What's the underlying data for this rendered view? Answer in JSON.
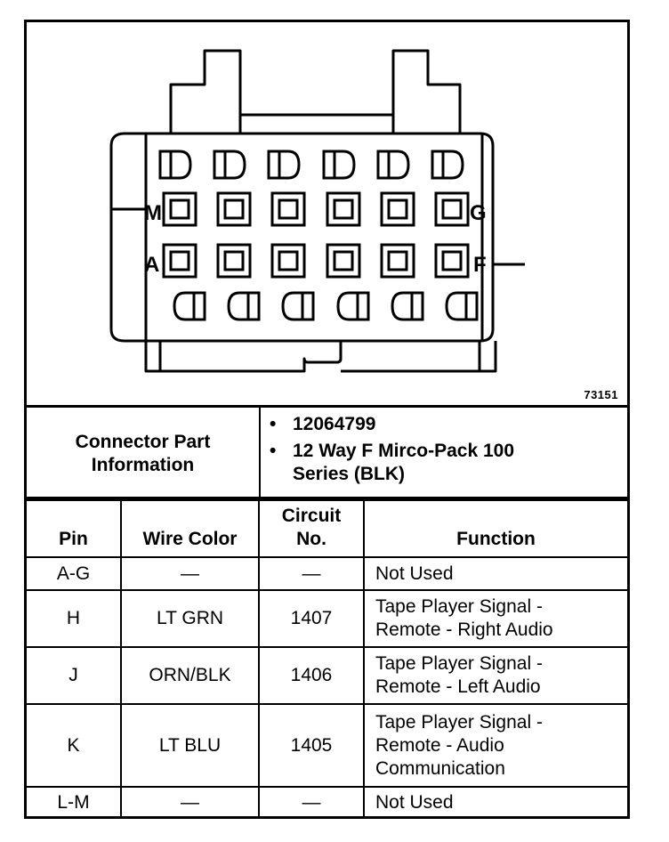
{
  "diagram": {
    "figure_id": "73151",
    "labels": {
      "m": "M",
      "g": "G",
      "a": "A",
      "f": "F"
    }
  },
  "connector_info": {
    "label": "Connector Part Information",
    "items": [
      "12064799",
      "12 Way F Mirco-Pack 100 Series (BLK)"
    ]
  },
  "table": {
    "headers": {
      "pin": "Pin",
      "wire_color": "Wire Color",
      "circuit": "Circuit No.",
      "function": "Function"
    },
    "rows": [
      {
        "pin": "A-G",
        "wire_color": "—",
        "circuit": "—",
        "function": "Not Used"
      },
      {
        "pin": "H",
        "wire_color": "LT GRN",
        "circuit": "1407",
        "function": "Tape Player Signal - Remote - Right Audio"
      },
      {
        "pin": "J",
        "wire_color": "ORN/BLK",
        "circuit": "1406",
        "function": "Tape Player Signal - Remote - Left Audio"
      },
      {
        "pin": "K",
        "wire_color": "LT BLU",
        "circuit": "1405",
        "function": "Tape Player Signal - Remote - Audio Communication"
      },
      {
        "pin": "L-M",
        "wire_color": "—",
        "circuit": "—",
        "function": "Not Used"
      }
    ]
  }
}
